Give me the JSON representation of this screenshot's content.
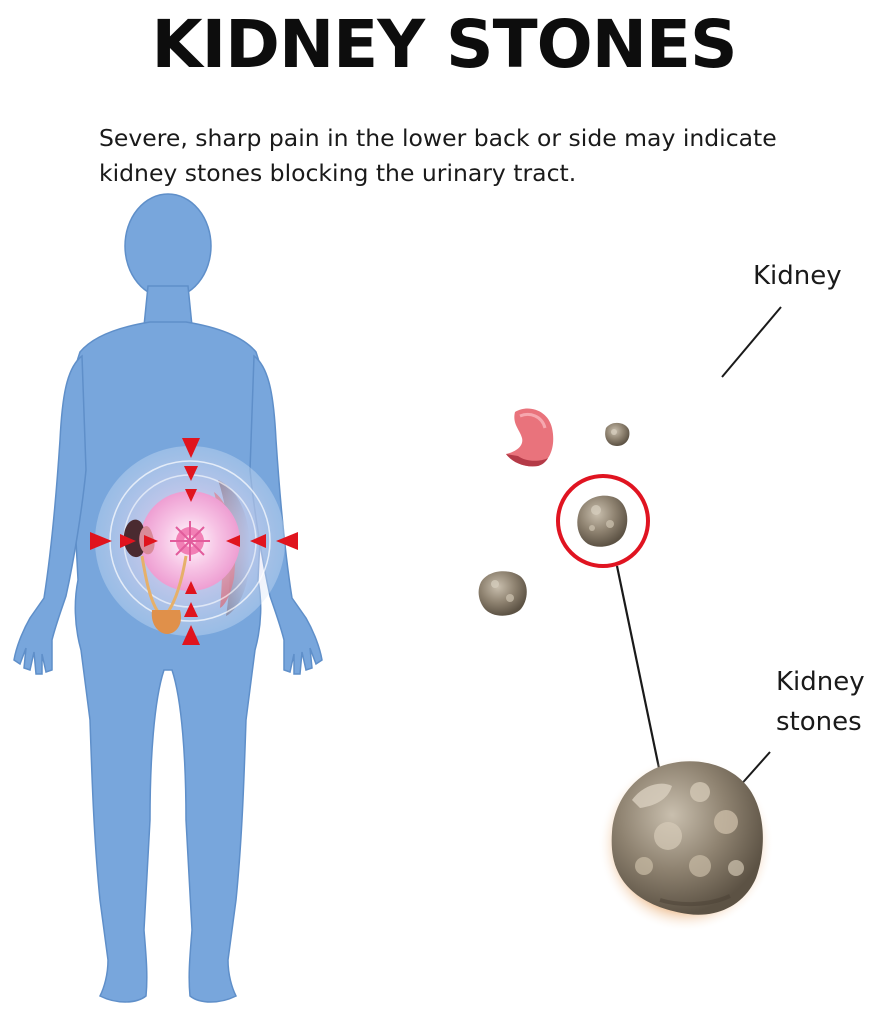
{
  "header": {
    "title": "KIDNEY STONES",
    "subtitle": "Severe, sharp pain in the lower back or side may indicate kidney stones blocking the urinary tract."
  },
  "labels": {
    "kidney": "Kidney",
    "kidney_stones_line1": "Kidney",
    "kidney_stones_line2": "stones"
  },
  "colors": {
    "body": "#78a6dc",
    "pain_arrow": "#e0141e",
    "callout_circle": "#e01421",
    "kidney": "#e9737c",
    "stone": "#8a7d6b"
  }
}
